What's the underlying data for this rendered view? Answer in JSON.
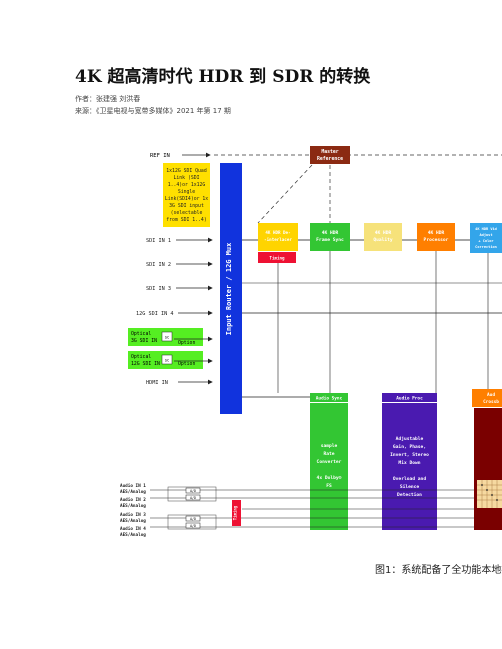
{
  "article": {
    "title": "4K 超高清时代 HDR 到 SDR 的转换",
    "author": "作者：张建强 刘洪春",
    "source": "来源：《卫星电视与宽带多媒体》2021 年第 17 期"
  },
  "figure": {
    "inputs": {
      "ref_in": "REF IN",
      "quad_note": [
        "1x12G SDI Quad",
        "Link (SDI",
        "1..4)or 1x12G",
        "Single",
        "Link(SDI4)or 1x",
        "3G SDI input",
        "(selectable",
        "from SDI 1..4)"
      ],
      "sdi1": "SDI IN 1",
      "sdi2": "SDI IN 2",
      "sdi3": "SDI IN 3",
      "sdi4": "12G SDI IN 4",
      "optical1": [
        "Optical",
        "3G SDI IN"
      ],
      "optical2": [
        "Optical",
        "12G SDI IN"
      ],
      "option": "Option",
      "sfp": "SC",
      "hdmi": "HDMI IN"
    },
    "router": "Input Router / 12G Mux",
    "master_ref": [
      "Master",
      "Reference"
    ],
    "blocks": {
      "deinterlacer": [
        "4K HDR De-",
        "-interlacer"
      ],
      "timing": "Timing",
      "frame_sync": [
        "4K HDR",
        "Frame Sync"
      ],
      "quality": [
        "4K HDR",
        "Quality"
      ],
      "processor": [
        "4K HDR",
        "Processor"
      ],
      "video_adjust": [
        "4K HDR Vid",
        "Adjust",
        "+ Color",
        "Correction"
      ],
      "audio_sync": "Audio Sync",
      "audio_sync_body": [
        "sample",
        "Rate",
        "Converter",
        "",
        "4x Dolby®",
        "FS"
      ],
      "audio_proc": "Audio Proc",
      "audio_proc_body": [
        "Adjustable",
        "Gain, Phase,",
        "Invert, Stereo",
        "Mix Down",
        "",
        "Overload and",
        "Silence",
        "Detection"
      ],
      "crossbar": [
        "Aud",
        "Crossb"
      ]
    },
    "audio_inputs": [
      [
        "Audio IN 1",
        "AES/Analog"
      ],
      [
        "Audio IN 2",
        "AES/Analog"
      ],
      [
        "Audio IN 3",
        "AES/Analog"
      ],
      [
        "Audio IN 4",
        "AES/Analog"
      ]
    ],
    "adc": "A/D",
    "timing_vertical": "Timing",
    "caption": "图1：系统配备了全功能本地控制"
  },
  "colors": {
    "router_blue": "#1133dd",
    "master_brown": "#8b2a12",
    "yellow": "#ffd400",
    "green": "#33c633",
    "pale_yellow": "#f6e27a",
    "orange": "#ff7f00",
    "sky_blue": "#33a5ea",
    "purple": "#4a1ab0",
    "dark_red": "#7a0000",
    "timing_red": "#ee1133",
    "quad_yellow": "#ffe000",
    "optical_green": "#55ee22"
  }
}
